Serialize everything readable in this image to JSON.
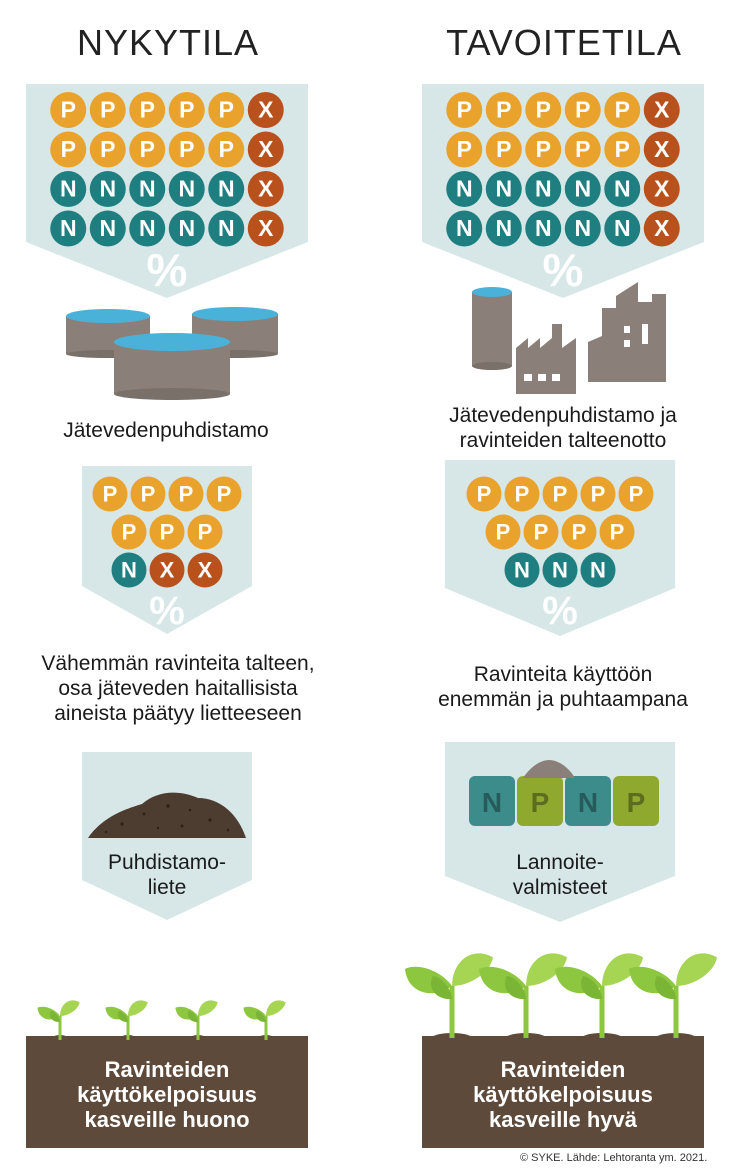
{
  "columns": {
    "left": {
      "title": "NYKYTILA"
    },
    "right": {
      "title": "TAVOITETILA"
    }
  },
  "symbols": {
    "P": "P",
    "N": "N",
    "X": "X",
    "percent": "%"
  },
  "colors": {
    "p_coin": "#e9a22c",
    "n_coin": "#1f7f80",
    "x_coin": "#b9511d",
    "chevron": "#d7e7e7",
    "tank_gray": "#8a8079",
    "water": "#4ab2d8",
    "soil": "#5e4a3a",
    "leaf": "#8dc63f",
    "sludge": "#4d3c30",
    "bag_teal": "#3c8c8c",
    "bag_green": "#8ea92e"
  },
  "left": {
    "grid1": [
      [
        "P",
        "P",
        "P",
        "P",
        "P",
        "X"
      ],
      [
        "P",
        "P",
        "P",
        "P",
        "P",
        "X"
      ],
      [
        "N",
        "N",
        "N",
        "N",
        "N",
        "X"
      ],
      [
        "N",
        "N",
        "N",
        "N",
        "N",
        "X"
      ]
    ],
    "plant_caption": "Jätevedenpuhdistamo",
    "grid2": [
      [
        "P",
        "P",
        "P",
        "P"
      ],
      [
        "P",
        "P",
        "P"
      ],
      [
        "N",
        "X",
        "X"
      ]
    ],
    "process_caption": [
      "Vähemmän ravinteita talteen,",
      "osa jäteveden haitallisista",
      "aineista päätyy lietteeseen"
    ],
    "product_caption": [
      "Puhdistamo-",
      "liete"
    ],
    "soil_text": [
      "Ravinteiden",
      "käyttökelpoisuus",
      "kasveille huono"
    ]
  },
  "right": {
    "grid1": [
      [
        "P",
        "P",
        "P",
        "P",
        "P",
        "X"
      ],
      [
        "P",
        "P",
        "P",
        "P",
        "P",
        "X"
      ],
      [
        "N",
        "N",
        "N",
        "N",
        "N",
        "X"
      ],
      [
        "N",
        "N",
        "N",
        "N",
        "N",
        "X"
      ]
    ],
    "plant_caption": [
      "Jätevedenpuhdistamo ja",
      "ravinteiden talteenotto"
    ],
    "grid2": [
      [
        "P",
        "P",
        "P",
        "P",
        "P"
      ],
      [
        "P",
        "P",
        "P",
        "P"
      ],
      [
        "N",
        "N",
        "N"
      ]
    ],
    "process_caption": [
      "Ravinteita käyttöön",
      "enemmän ja puhtaampana"
    ],
    "product_caption": [
      "Lannoite-",
      "valmisteet"
    ],
    "bag_labels": [
      "N",
      "P",
      "N",
      "P"
    ],
    "soil_text": [
      "Ravinteiden",
      "käyttökelpoisuus",
      "kasveille hyvä"
    ]
  },
  "credit": "© SYKE. Lähde: Lehtoranta ym. 2021."
}
